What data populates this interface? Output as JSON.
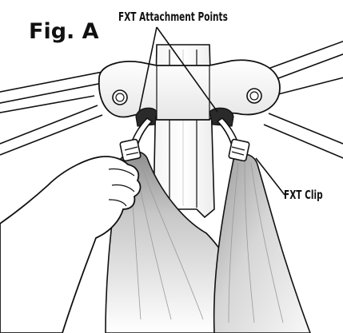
{
  "figure": {
    "title": "Fig. A",
    "callouts": {
      "attachment_points": "FXT Attachment Points",
      "clip": "FXT Clip"
    },
    "colors": {
      "line": "#111111",
      "fabric_light": "#f2f2f2",
      "fabric_dark": "#8c8c8c",
      "background": "#ffffff"
    }
  }
}
